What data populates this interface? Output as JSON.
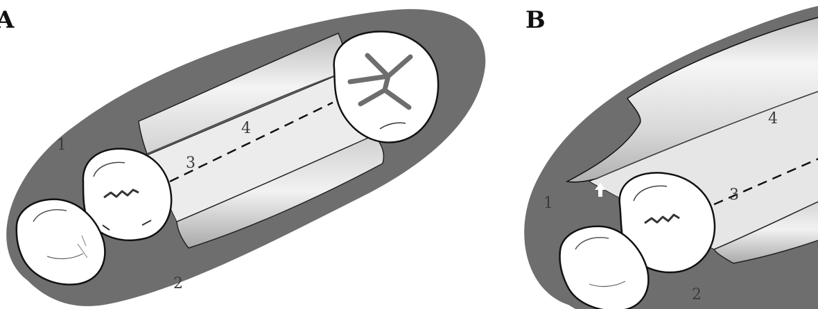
{
  "panels": [
    {
      "letter": "A",
      "labels": {
        "gum": "1",
        "lower": "2",
        "center": "3",
        "flap": "4"
      }
    },
    {
      "letter": "B",
      "labels": {
        "gum": "1",
        "lower": "2",
        "center": "3",
        "flap": "4"
      }
    }
  ],
  "colors": {
    "gingiva": "#6e6e6e",
    "tooth": "#ffffff",
    "tissue_light": "#eeeeee",
    "outline": "#111111"
  }
}
